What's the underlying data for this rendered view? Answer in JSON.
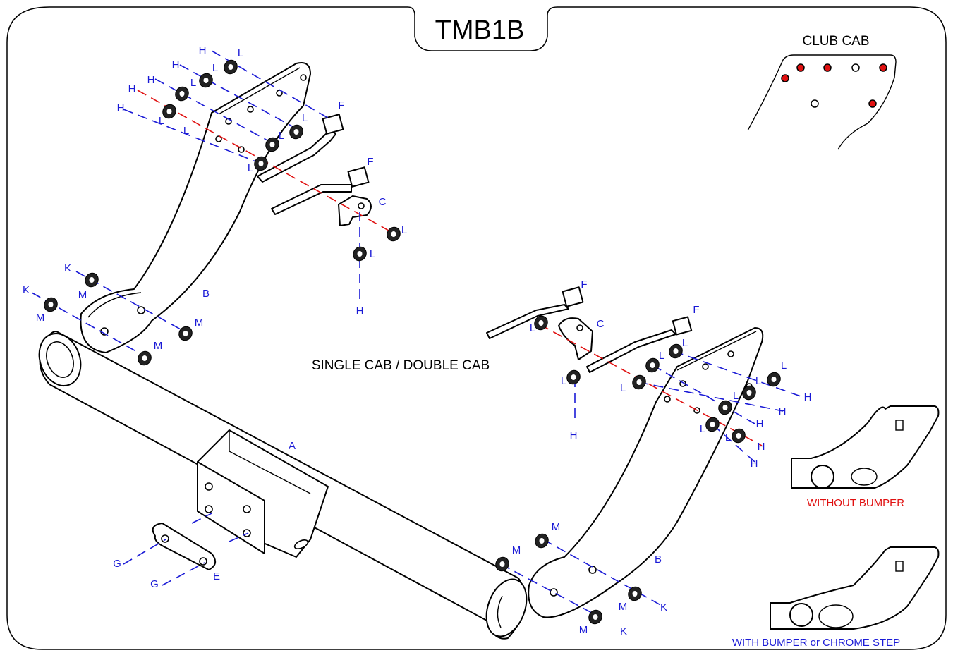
{
  "title": "TMB1B",
  "center_label": "SINGLE CAB / DOUBLE CAB",
  "club_cab": {
    "label": "CLUB CAB",
    "hole_colors": {
      "marked": "#e01010",
      "unmarked": "#ffffff"
    }
  },
  "variants": [
    {
      "label": "WITHOUT BUMPER",
      "color": "#e01010"
    },
    {
      "label": "WITH BUMPER or CHROME STEP",
      "color": "#1a1ad6"
    }
  ],
  "colors": {
    "fastener_label": "#1a1ad6",
    "red_line": "#e01010",
    "outline": "#000000"
  },
  "part_labels": {
    "A": "A",
    "B": "B",
    "C": "C",
    "E": "E",
    "F": "F",
    "G": "G",
    "H": "H",
    "K": "K",
    "L": "L",
    "M": "M"
  }
}
